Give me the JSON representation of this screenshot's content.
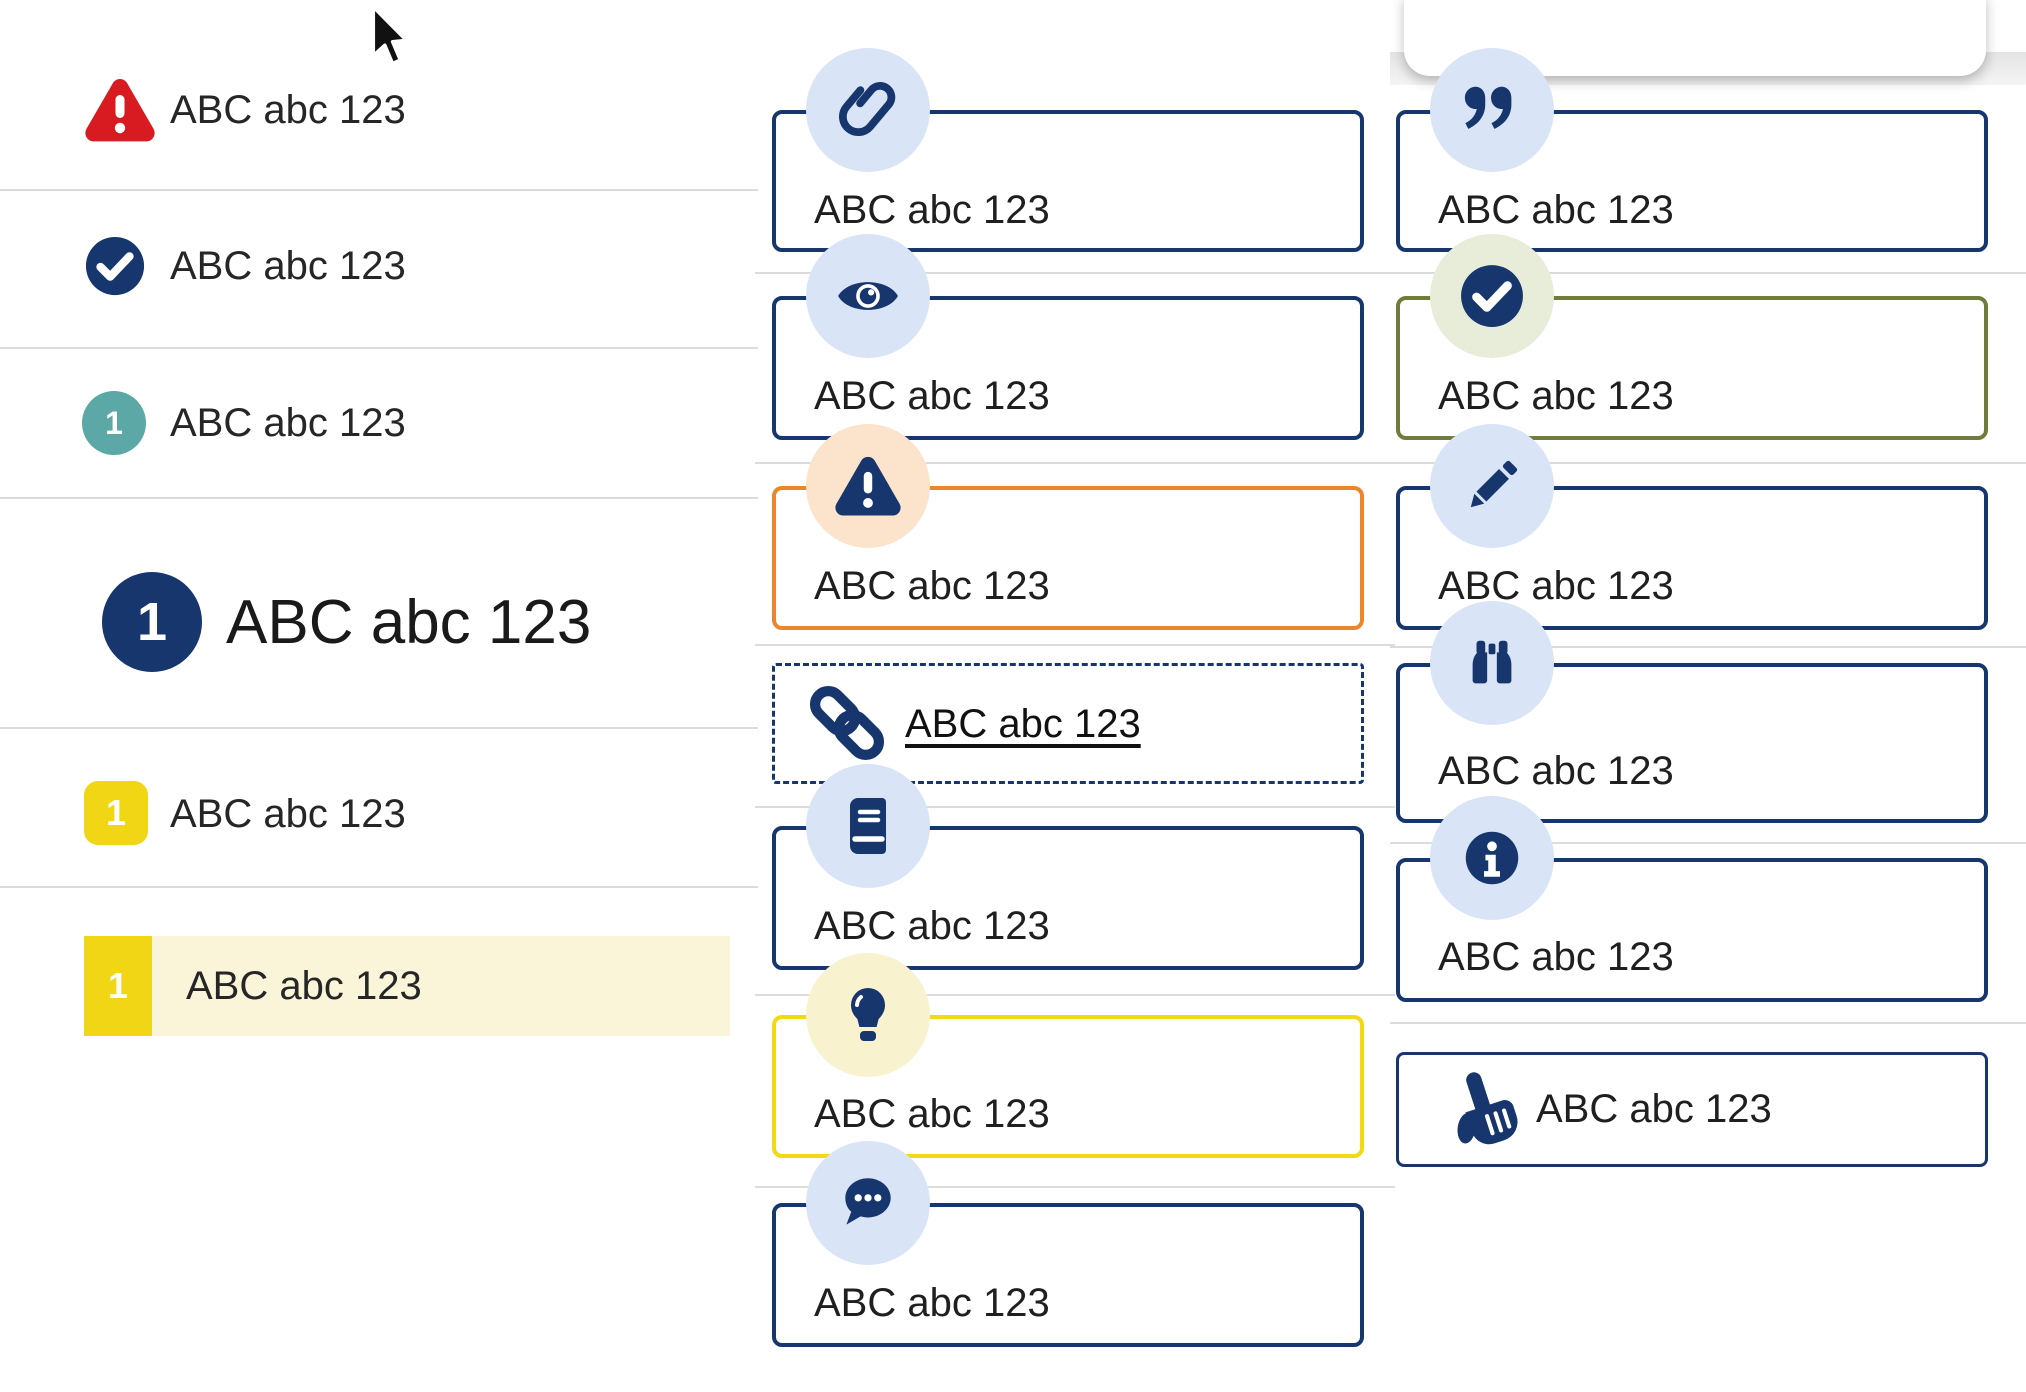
{
  "colors": {
    "navy": "#16366D",
    "light_blue_bubble": "#D9E4F6",
    "orange_border": "#EB862C",
    "peach_bubble": "#FBE3CC",
    "yellow_border": "#F3D911",
    "pale_yellow_bubble": "#F9F2CF",
    "olive_green_border": "#6F7D3C",
    "pale_green_bubble": "#E8EDDA",
    "teal_badge": "#5BA8A6",
    "alert_red": "#D81A21",
    "badge_yellow": "#F0D614",
    "highlight_row_bg": "#FAF5D8",
    "divider": "#DCDCDC",
    "text": "#262626"
  },
  "left_list": {
    "items": [
      {
        "icon": "alert-triangle-red",
        "label": "ABC abc 123"
      },
      {
        "icon": "check-circle-navy",
        "label": "ABC abc 123"
      },
      {
        "icon": "number-badge-teal",
        "number": "1",
        "label": "ABC abc 123"
      },
      {
        "icon": "number-badge-large-navy",
        "number": "1",
        "label": "ABC abc 123"
      },
      {
        "icon": "number-badge-yellow",
        "number": "1",
        "label": "ABC abc 123"
      },
      {
        "icon": "number-badge-yellow-highlight",
        "number": "1",
        "label": "ABC abc 123"
      }
    ]
  },
  "middle_cards": [
    {
      "icon": "paperclip",
      "variant": "navy",
      "label": "ABC abc 123"
    },
    {
      "icon": "eye",
      "variant": "navy",
      "label": "ABC abc 123"
    },
    {
      "icon": "alert-triangle",
      "variant": "orange",
      "label": "ABC abc 123"
    },
    {
      "icon": "link-chain",
      "variant": "dashed",
      "label": "ABC abc 123"
    },
    {
      "icon": "book",
      "variant": "navy",
      "label": "ABC abc 123"
    },
    {
      "icon": "lightbulb",
      "variant": "yellow",
      "label": "ABC abc 123"
    },
    {
      "icon": "chat-bubble",
      "variant": "navy",
      "label": "ABC abc 123"
    }
  ],
  "right_cards": [
    {
      "icon": "quote-marks",
      "variant": "navy",
      "label": "ABC abc 123"
    },
    {
      "icon": "check-circle",
      "variant": "olive",
      "label": "ABC abc 123"
    },
    {
      "icon": "pencil",
      "variant": "navy",
      "label": "ABC abc 123"
    },
    {
      "icon": "binoculars",
      "variant": "navy",
      "label": "ABC abc 123"
    },
    {
      "icon": "info-circle",
      "variant": "navy",
      "label": "ABC abc 123"
    },
    {
      "icon": "pointing-hand",
      "variant": "navy-thin",
      "label": "ABC abc 123"
    }
  ]
}
